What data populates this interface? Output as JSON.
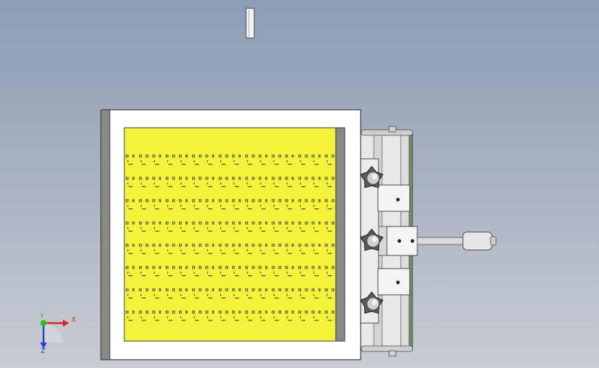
{
  "viewport": {
    "background_top": "#8e9cb6",
    "background_bottom": "#c8ccd3"
  },
  "model": {
    "panel_color": "#f3f33c",
    "frame_color": "#ffffff",
    "frame_edge_color": "#8a8a84",
    "hole_rows": 8,
    "hole_cols": 32,
    "knob_count": 3
  },
  "triad": {
    "x_label": "X",
    "y_label": "Y",
    "z_label": "Z",
    "x_color": "#e02020",
    "y_color": "#20c020",
    "z_color": "#2040e0"
  }
}
